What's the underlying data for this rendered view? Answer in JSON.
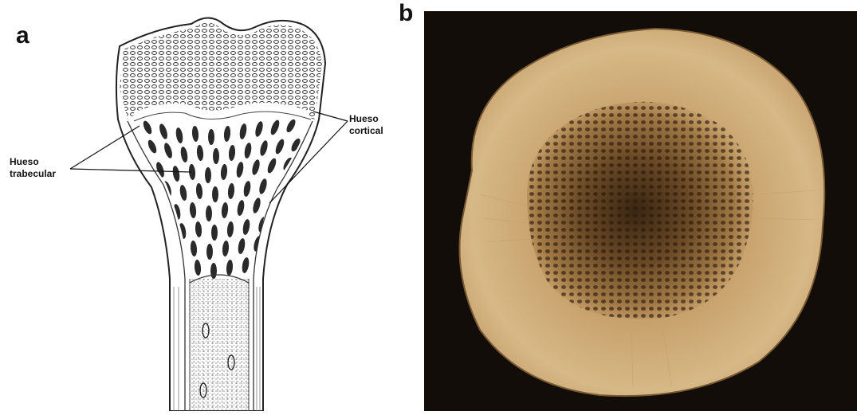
{
  "panels": {
    "a": {
      "letter": "a"
    },
    "b": {
      "letter": "b"
    }
  },
  "labels": {
    "trabecular": {
      "line1": "Hueso",
      "line2": "trabecular"
    },
    "cortical": {
      "line1": "Hueso",
      "line2": "cortical"
    }
  },
  "colors": {
    "ink": "#222222",
    "background_photo": "#120d08",
    "cortical_bone": "#d2b483",
    "trabecular_bone": "#9a7546"
  }
}
